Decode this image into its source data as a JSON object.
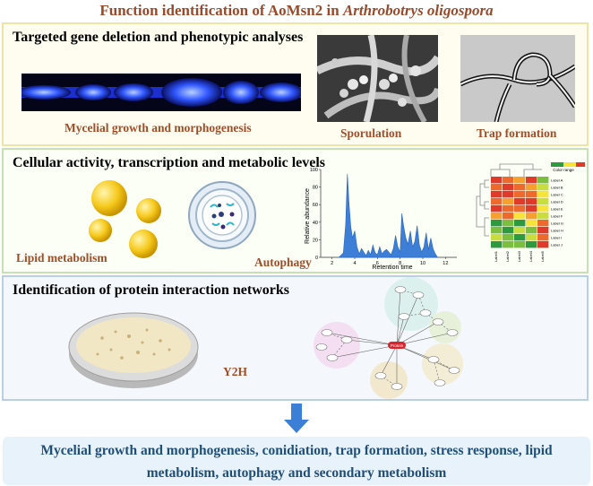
{
  "title": {
    "main": "Function identification of AoMsn2 in ",
    "species": "Arthrobotrys oligospora"
  },
  "panel1": {
    "heading": "Targeted gene deletion and phenotypic analyses",
    "captions": {
      "mycelial": "Mycelial growth and morphogenesis",
      "sporulation": "Sporulation",
      "trap": "Trap formation"
    }
  },
  "panel2": {
    "heading": "Cellular activity, transcription and metabolic levels",
    "captions": {
      "lipid": "Lipid metabolism",
      "autophagy": "Autophagy"
    },
    "chrom": {
      "ylabel": "Relative abundance",
      "xlabel": "Retention time",
      "yticks": [
        "0",
        "20",
        "40",
        "60",
        "80",
        "100"
      ],
      "xticks": [
        "2",
        "4",
        "6",
        "8",
        "10",
        "12"
      ]
    },
    "heatmap": {
      "legend": "Color range",
      "rows": [
        "Label A",
        "Label B",
        "Label C",
        "Label D",
        "Label E",
        "Label F",
        "Label G",
        "Label H",
        "Label I",
        "Label J"
      ],
      "cols": [
        "Label1",
        "Label2",
        "Label3",
        "Label4",
        "Label5"
      ]
    }
  },
  "panel3": {
    "heading": "Identification of protein interaction networks",
    "captions": {
      "y2h": "Y2H"
    },
    "hub": "Protein"
  },
  "conclusion": {
    "line1": "Mycelial growth and morphogenesis, conidiation, trap formation, stress response, lipid",
    "line2": "metabolism, autophagy and secondary metabolism"
  },
  "colors": {
    "title": "#9a4a2a",
    "caption": "#a14d28",
    "arrow": "#3c7fd6",
    "conclusion_text": "#1f4e79"
  },
  "chart_data": {
    "type": "line",
    "xlabel": "Retention time",
    "ylabel": "Relative abundance",
    "xlim": [
      1,
      13
    ],
    "ylim": [
      0,
      100
    ],
    "x": [
      2.6,
      3.0,
      3.2,
      3.35,
      3.5,
      3.65,
      3.8,
      4.0,
      4.2,
      4.4,
      4.6,
      4.8,
      5.0,
      5.2,
      5.4,
      5.6,
      5.8,
      6.0,
      6.2,
      6.4,
      6.6,
      6.8,
      7.0,
      7.2,
      7.4,
      7.6,
      7.8,
      8.0,
      8.15,
      8.3,
      8.5,
      8.7,
      8.9,
      9.1,
      9.3,
      9.5,
      9.7,
      9.9,
      10.1,
      10.3,
      10.5,
      10.7,
      10.9,
      11.1,
      11.3
    ],
    "values": [
      0,
      5,
      38,
      95,
      60,
      35,
      22,
      30,
      12,
      4,
      10,
      6,
      2,
      8,
      3,
      14,
      5,
      3,
      12,
      4,
      7,
      9,
      6,
      3,
      10,
      25,
      12,
      6,
      50,
      36,
      22,
      15,
      30,
      12,
      18,
      36,
      14,
      6,
      12,
      28,
      9,
      22,
      10,
      4,
      0
    ]
  }
}
